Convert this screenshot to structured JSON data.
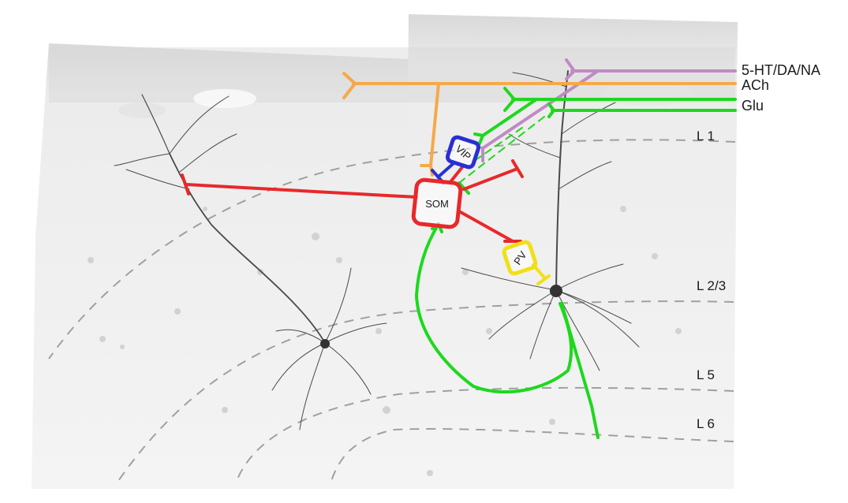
{
  "legend": [
    {
      "key": "5ht",
      "label": "5-HT/DA/NA",
      "color": "#c08ac4"
    },
    {
      "key": "ach",
      "label": "ACh",
      "color": "#f5a94a"
    },
    {
      "key": "glu",
      "label": "Glu",
      "color": "#1ed81e"
    }
  ],
  "layers": [
    {
      "key": "l1",
      "label": "L 1"
    },
    {
      "key": "l23",
      "label": "L 2/3"
    },
    {
      "key": "l5",
      "label": "L 5"
    },
    {
      "key": "l6",
      "label": "L 6"
    }
  ],
  "cells": [
    {
      "key": "som",
      "label": "SOM",
      "color": "#e8282b"
    },
    {
      "key": "vip",
      "label": "VIP",
      "color": "#2a2fd4"
    },
    {
      "key": "pv",
      "label": "PV",
      "color": "#f0e018"
    }
  ],
  "colors": {
    "boundary": "#a0a0a0",
    "neuron": "#4a4a4a",
    "tissue": "#f1f1f1"
  }
}
